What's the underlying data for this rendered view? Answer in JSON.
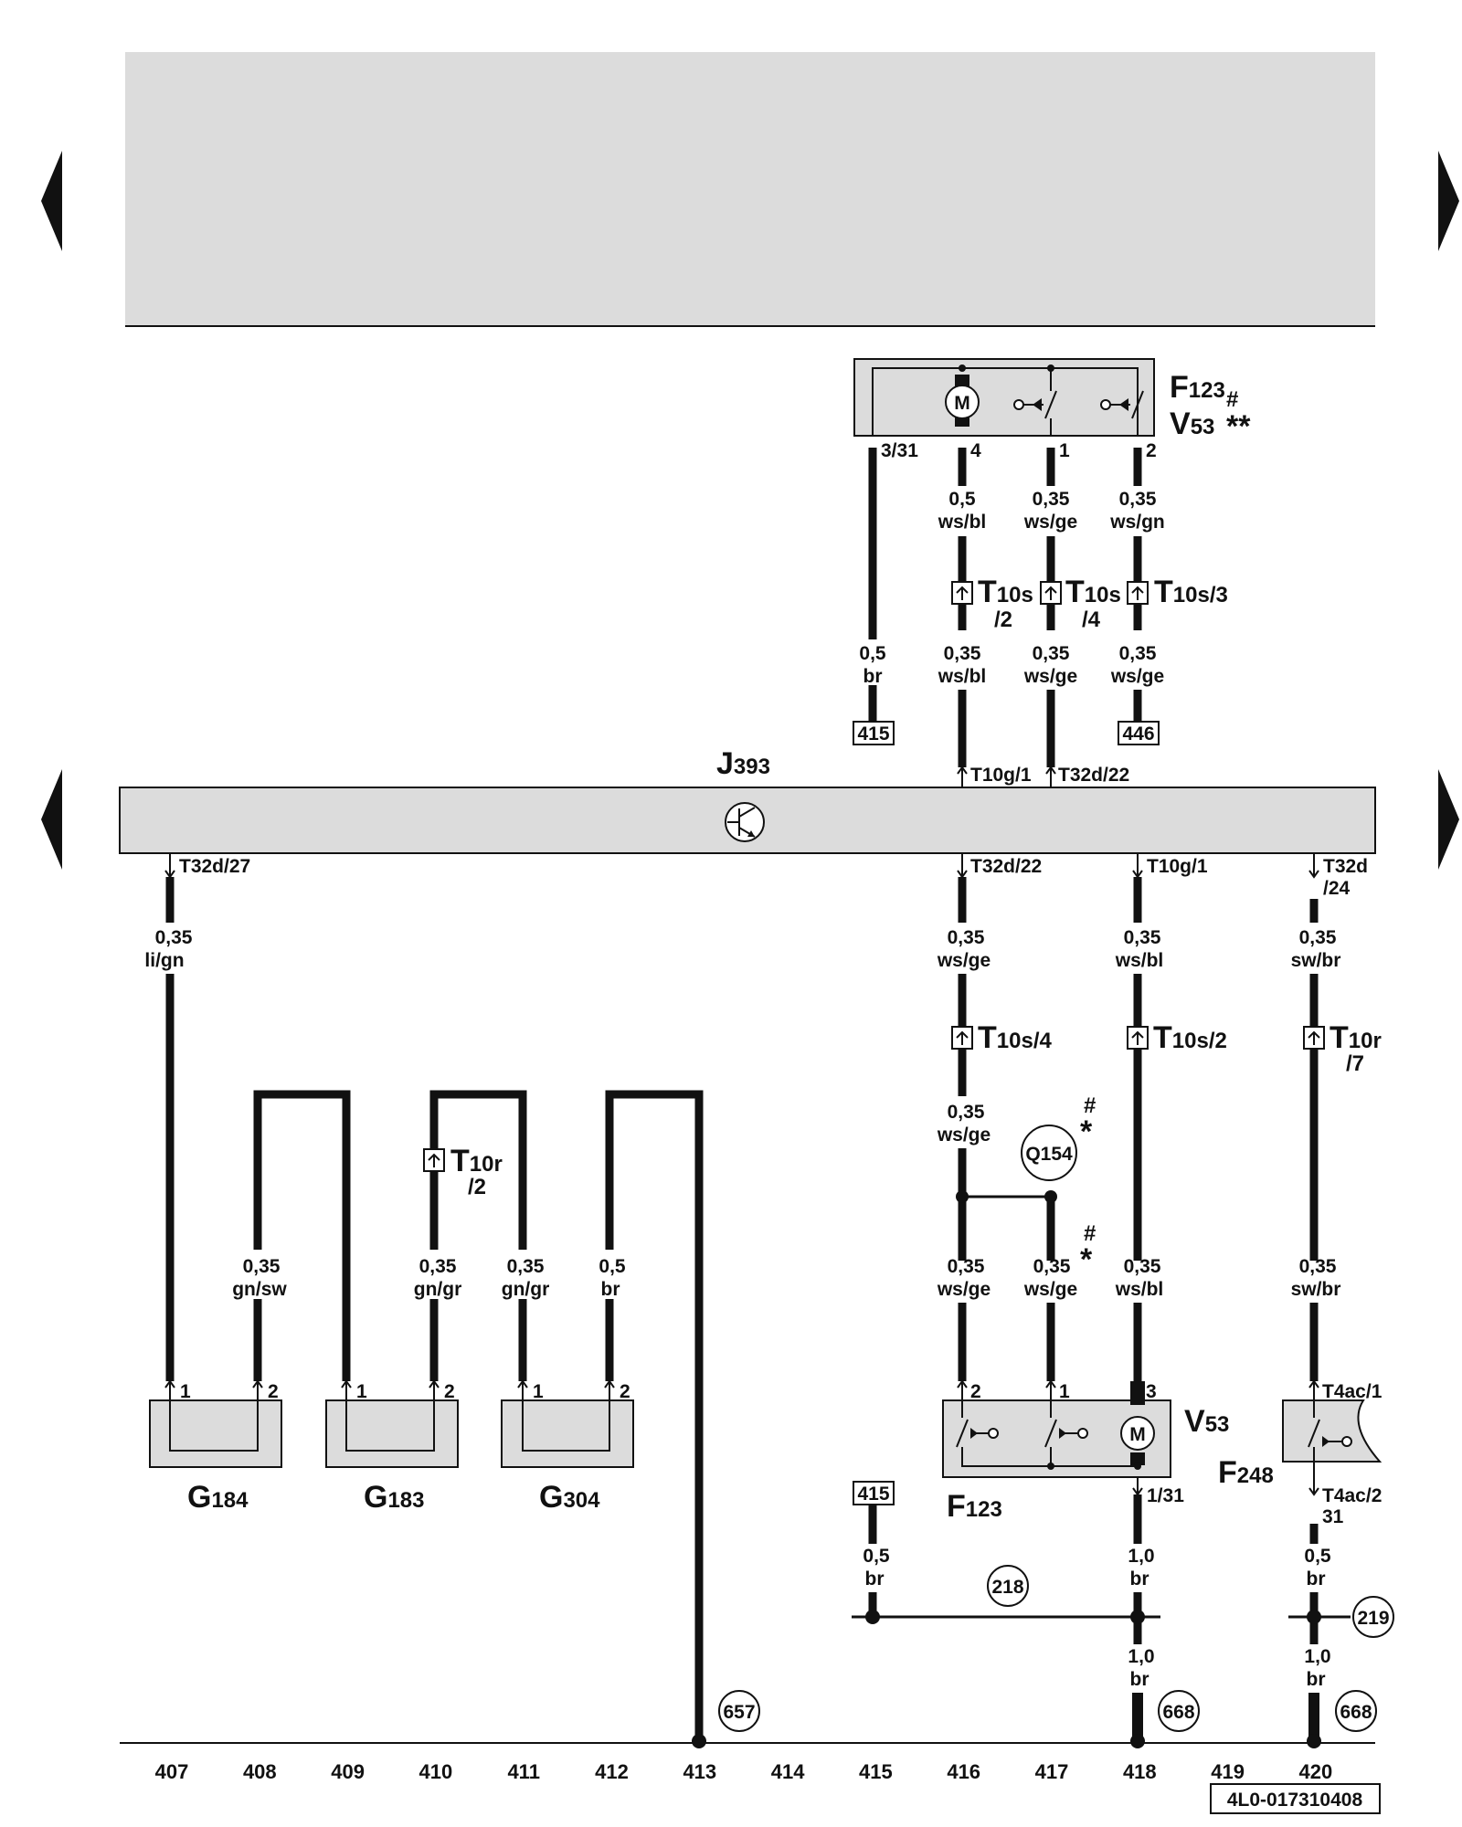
{
  "header_panel": {
    "fill": "#dcdcdc"
  },
  "components": {
    "f123_v53_top": {
      "name_f": "F",
      "sub_f": "123",
      "mark_f": "#",
      "name_v": "V",
      "sub_v": "53",
      "mark_v": "**",
      "motor": "M"
    },
    "j393": {
      "name": "J",
      "sub": "393"
    },
    "g184": {
      "name": "G",
      "sub": "184"
    },
    "g183": {
      "name": "G",
      "sub": "183"
    },
    "g304": {
      "name": "G",
      "sub": "304"
    },
    "v53_bottom": {
      "name": "V",
      "sub": "53",
      "motor": "M"
    },
    "f123_bottom": {
      "name": "F",
      "sub": "123"
    },
    "f248": {
      "name": "F",
      "sub": "248"
    },
    "q154": {
      "label": "Q154",
      "mark1": "#",
      "mark2": "*"
    },
    "q154_lower_marks": {
      "mark1": "#",
      "mark2": "*"
    }
  },
  "pins": {
    "top_3_31": "3/31",
    "top_4": "4",
    "top_1": "1",
    "top_2": "2",
    "j393_t10g1_top": "T10g/1",
    "j393_t32d22_top": "T32d/22",
    "j393_t32d27": "T32d/27",
    "j393_t32d22_bot": "T32d/22",
    "j393_t10g1_bot": "T10g/1",
    "j393_t32d24_a": "T32d",
    "j393_t32d24_b": "/24",
    "g184_1": "1",
    "g184_2": "2",
    "g183_1": "1",
    "g183_2": "2",
    "g304_1": "1",
    "g304_2": "2",
    "f123_2": "2",
    "f123_1": "1",
    "v53_3": "3",
    "v53_131": "1/31",
    "f248_t4ac1": "T4ac/1",
    "f248_t4ac2": "T4ac/2",
    "f248_31": "31"
  },
  "connectors": {
    "t10s2_top": {
      "t": "T",
      "sub": "10s",
      "sub2": "/2"
    },
    "t10s4_top": {
      "t": "T",
      "sub": "10s",
      "sub2": "/4"
    },
    "t10s3_top": {
      "t": "T",
      "sub": "10s/3"
    },
    "t10s4_bot": {
      "t": "T",
      "sub": "10s/4"
    },
    "t10s2_bot": {
      "t": "T",
      "sub": "10s/2"
    },
    "t10r7": {
      "t": "T",
      "sub": "10r",
      "sub2": "/7"
    },
    "t10r2": {
      "t": "T",
      "sub": "10r",
      "sub2": "/2"
    }
  },
  "wires": {
    "w_top_br": {
      "size": "0,5",
      "color": "br"
    },
    "w_top_4": {
      "size": "0,5",
      "color": "ws/bl"
    },
    "w_top_1": {
      "size": "0,35",
      "color": "ws/ge"
    },
    "w_top_2": {
      "size": "0,35",
      "color": "ws/gn"
    },
    "w_mid_bl": {
      "size": "0,35",
      "color": "ws/bl"
    },
    "w_mid_ge": {
      "size": "0,35",
      "color": "ws/ge"
    },
    "w_mid_ge2": {
      "size": "0,35",
      "color": "ws/ge"
    },
    "w_ligan": {
      "size": "0,35",
      "color": "li/gn"
    },
    "w_1050_a": {
      "size": "0,35",
      "color": "ws/ge"
    },
    "w_1245_a": {
      "size": "0,35",
      "color": "ws/bl"
    },
    "w_1435_a": {
      "size": "0,35",
      "color": "sw/br"
    },
    "w_1050_b": {
      "size": "0,35",
      "color": "ws/ge"
    },
    "w_gnsw": {
      "size": "0,35",
      "color": "gn/sw"
    },
    "w_gngr1": {
      "size": "0,35",
      "color": "gn/gr"
    },
    "w_gngr2": {
      "size": "0,35",
      "color": "gn/gr"
    },
    "w_br_g304": {
      "size": "0,5",
      "color": "br"
    },
    "w_1050_c": {
      "size": "0,35",
      "color": "ws/ge"
    },
    "w_1148_c": {
      "size": "0,35",
      "color": "ws/ge"
    },
    "w_1245_c": {
      "size": "0,35",
      "color": "ws/bl"
    },
    "w_1435_c": {
      "size": "0,35",
      "color": "sw/br"
    },
    "w_955_br": {
      "size": "0,5",
      "color": "br"
    },
    "w_1245_10a": {
      "size": "1,0",
      "color": "br"
    },
    "w_1435_05": {
      "size": "0,5",
      "color": "br"
    },
    "w_1245_10b": {
      "size": "1,0",
      "color": "br"
    },
    "w_1435_10": {
      "size": "1,0",
      "color": "br"
    }
  },
  "refs": {
    "box_415_top": "415",
    "box_446": "446",
    "box_415_bot": "415",
    "c_218": "218",
    "c_219": "219",
    "c_657": "657",
    "c_668a": "668",
    "c_668b": "668"
  },
  "columns": [
    "407",
    "408",
    "409",
    "410",
    "411",
    "412",
    "413",
    "414",
    "415",
    "416",
    "417",
    "418",
    "419",
    "420"
  ],
  "figure_code": "4L0-017310408"
}
